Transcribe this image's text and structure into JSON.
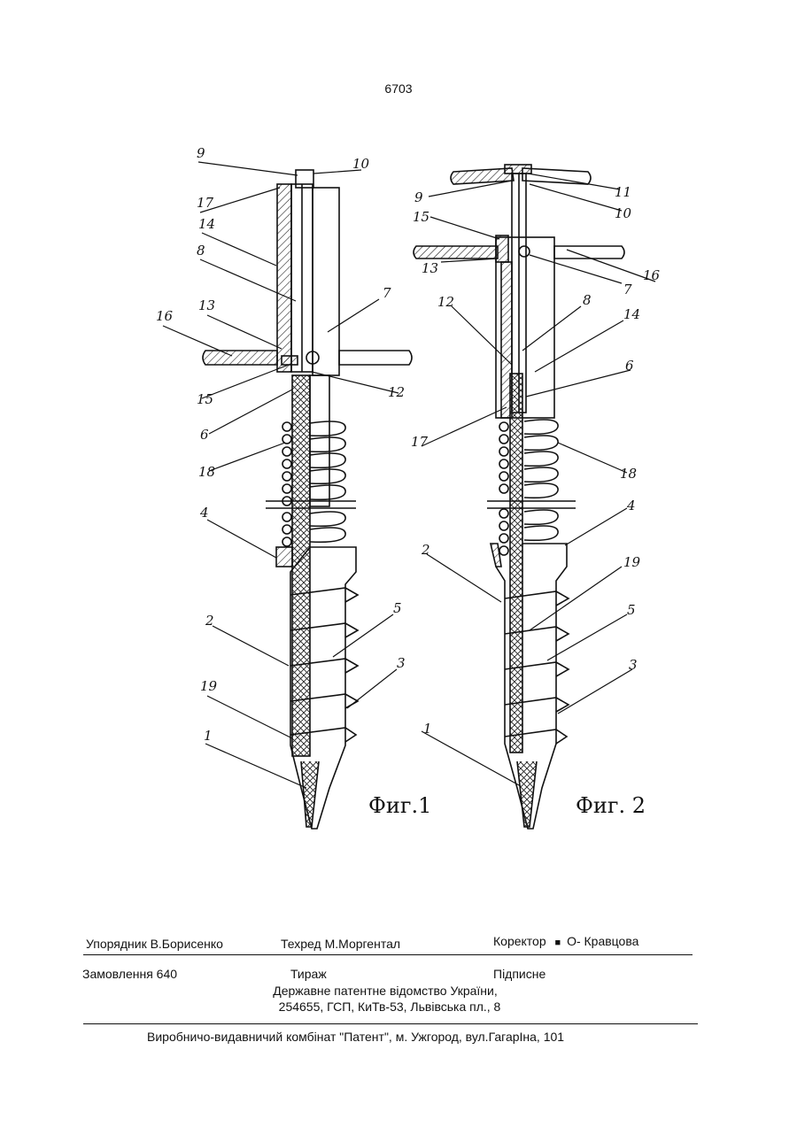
{
  "page_number": "6703",
  "figures": [
    {
      "caption": "Фиг.1",
      "labels": [
        "9",
        "10",
        "17",
        "14",
        "8",
        "7",
        "13",
        "16",
        "15",
        "12",
        "6",
        "18",
        "4",
        "2",
        "5",
        "3",
        "19",
        "1"
      ]
    },
    {
      "caption": "Фиг. 2",
      "labels": [
        "11",
        "10",
        "9",
        "15",
        "16",
        "13",
        "7",
        "12",
        "8",
        "14",
        "6",
        "17",
        "18",
        "4",
        "19",
        "2",
        "5",
        "3",
        "1"
      ]
    }
  ],
  "footer": {
    "compiler": "Упорядник  В.Борисенко",
    "techred": "Техред М.Моргентал",
    "corrector_label": "Коректор",
    "corrector_name": "О- Кравцова",
    "order": "Замовлення 640",
    "circulation": "Тираж",
    "signed": "Підписне",
    "office_name": "Державне патентне відомство України,",
    "office_address": "254655, ГСП, КиТв-53, Львівська пл., 8",
    "printer": "Виробничо-видавничий комбінат   \"Патент\", м. Ужгород, вул.ГагарІна, 101"
  }
}
